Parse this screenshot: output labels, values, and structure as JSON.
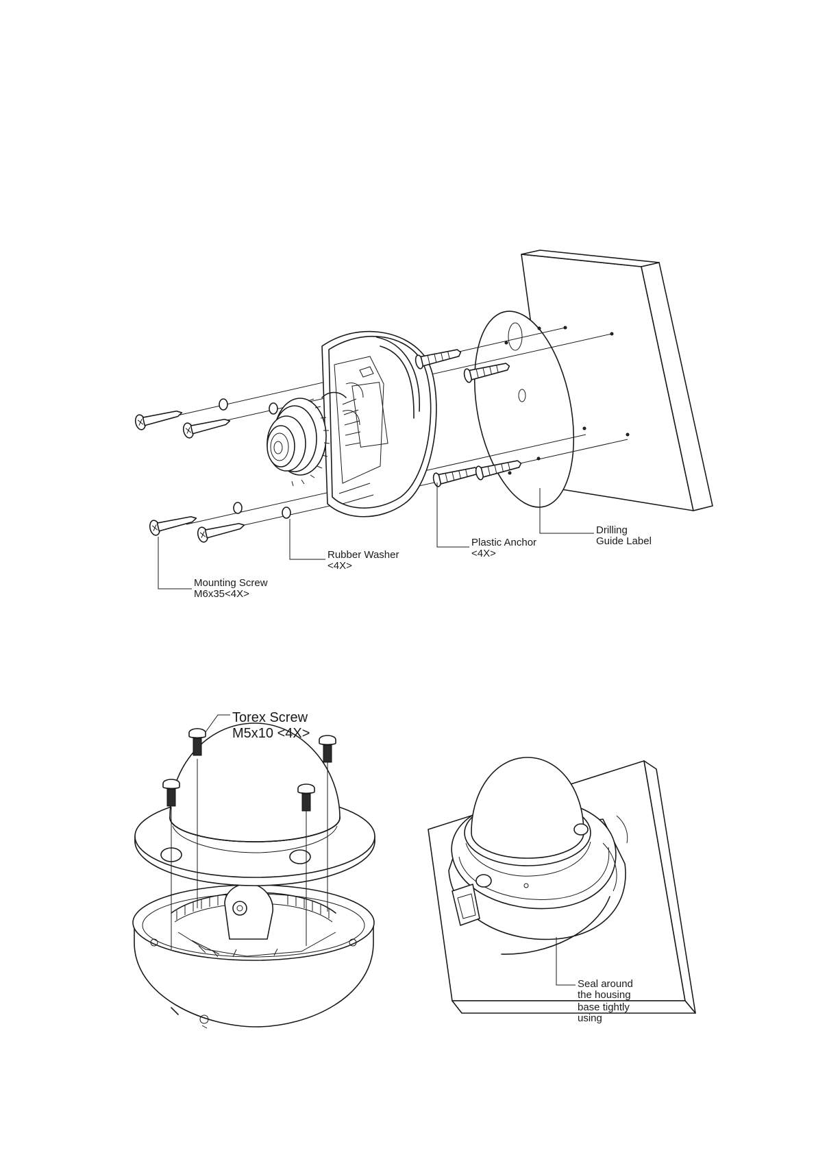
{
  "figure_top": {
    "labels": {
      "mounting_screw": {
        "line1": "Mounting Screw",
        "line2": "M6x35<4X>"
      },
      "rubber_washer": {
        "line1": "Rubber Washer",
        "line2": "<4X>"
      },
      "plastic_anchor": {
        "line1": "Plastic Anchor",
        "line2": "<4X>"
      },
      "drilling_guide": {
        "line1": "Drilling",
        "line2": "Guide Label"
      }
    }
  },
  "figure_bottom": {
    "labels": {
      "torex_screw": {
        "line1": "Torex Screw",
        "line2": "M5x10 <4X>"
      },
      "seal": {
        "line1": "Seal around",
        "line2": "the housing",
        "line3": "base tightly",
        "line4": "using"
      }
    }
  }
}
